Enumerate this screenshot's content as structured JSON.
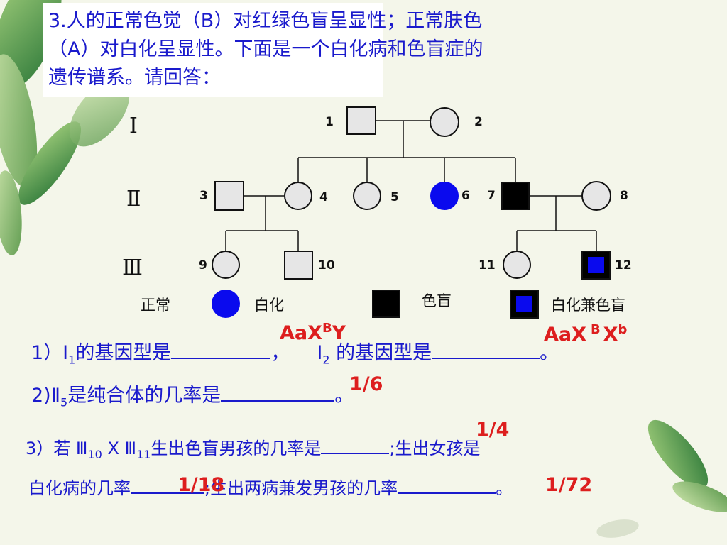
{
  "title": {
    "line1": "3.人的正常色觉（B）对红绿色盲呈显性；正常肤色",
    "line2": "（A）对白化呈显性。下面是一个白化病和色盲症的",
    "line3": "遗传谱系。请回答："
  },
  "generations": [
    "Ⅰ",
    "Ⅱ",
    "Ⅲ"
  ],
  "individuals": [
    "1",
    "2",
    "3",
    "4",
    "5",
    "6",
    "7",
    "8",
    "9",
    "10",
    "11",
    "12"
  ],
  "legend": {
    "normal": "正常",
    "albino": "白化",
    "colorblind": "色盲",
    "both": "白化兼色盲"
  },
  "q1": {
    "prefix": "1）Ⅰ",
    "sub1": "1",
    "mid1": "的基因型是",
    "sep": "，",
    "label2": "Ⅰ",
    "sub2": "2",
    "mid2": " 的基因型是",
    "end": "。",
    "answer1": "AaX",
    "answer1_sup": "B",
    "answer1_tail": "Y",
    "answer2": "AaX",
    "answer2_sup": "B",
    "answer2_tail": "X",
    "answer2_sup2": "b"
  },
  "q2": {
    "prefix": "2)Ⅱ",
    "sub": "5",
    "mid": "是纯合体的几率是",
    "end": "。",
    "answer": "1/6"
  },
  "q3": {
    "prefix": "3）若 Ⅲ",
    "sub1": "10",
    "x": " X Ⅲ",
    "sub2": "11",
    "mid1": "生出色盲男孩的几率是",
    "mid2": ";生出女孩是",
    "line2a": "白化病的几率",
    "line2b": ";生出两病兼发男孩的几率",
    "end": "。",
    "answer1": "1/4",
    "answer2": "1/18",
    "answer3": "1/72"
  },
  "colors": {
    "question_text": "#1a1acc",
    "answer_text": "#dd1e1e",
    "albino_fill": "#0a0aee",
    "colorblind_fill": "#000000",
    "normal_fill": "#e6e6e6"
  }
}
